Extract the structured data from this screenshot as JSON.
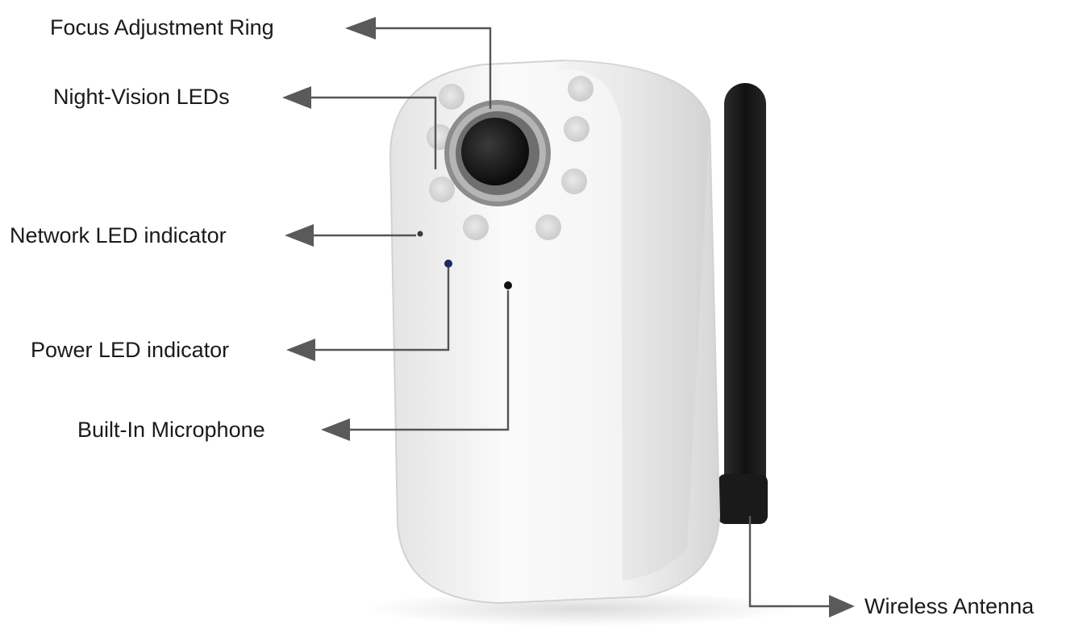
{
  "labels": {
    "focus_ring": "Focus Adjustment Ring",
    "night_vision": "Night-Vision LEDs",
    "network_led": "Network LED indicator",
    "power_led": "Power LED indicator",
    "microphone": "Built-In Microphone",
    "antenna": "Wireless Antenna"
  },
  "colors": {
    "body": "#f2f2f2",
    "lens": "#1c1c1c",
    "antenna": "#1e1e1e",
    "leader": "#555555"
  }
}
